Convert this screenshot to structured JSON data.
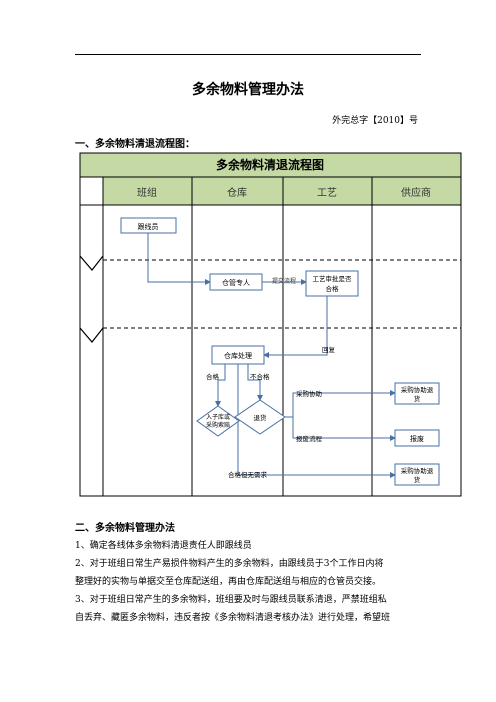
{
  "doc": {
    "title": "多余物料管理办法",
    "doc_number": "外完总字【2010】号",
    "section1_heading": "一、多余物料清退流程图：",
    "section2_heading": "二、多余物料管理办法",
    "paragraphs": [
      "1、确定各线体多余物料清退责任人即跟线员",
      "2、对于班组日常生产易损件物料产生的多余物料，由跟线员于3个工作日内将",
      "整理好的实物与单据交至仓库配送组，再由仓库配送组与相应的仓管员交接。",
      "3、对于班组日常产生的多余物料，班组要及时与跟线员联系清退，严禁班组私",
      "自丢弃、藏匿多余物料，违反者按《多余物料清退考核办法》进行处理，希望班"
    ]
  },
  "flowchart": {
    "title": "多余物料清退流程图",
    "header_fill": "#c5d9a4",
    "columns": [
      "班组",
      "仓库",
      "工艺",
      "供应商"
    ],
    "nodes": {
      "follower": "跟线员",
      "warehouse_keeper": "仓管专人",
      "process_review": "工艺审批是否合格",
      "warehouse_handle": "仓库处理",
      "stock_in": "入子库或采购索赔",
      "return_goods": "退货",
      "purchase_return_1": "采购协助退货",
      "scrap": "报废",
      "purchase_return_2": "采购协助退货"
    },
    "labels": {
      "submit_flow": "提交流程",
      "reply": "回复",
      "qualified": "合格",
      "unqualified": "不合格",
      "purchase_assist": "采购协助",
      "scrap_flow": "报废流程",
      "qualified_no_demand": "合格但无需求"
    }
  }
}
